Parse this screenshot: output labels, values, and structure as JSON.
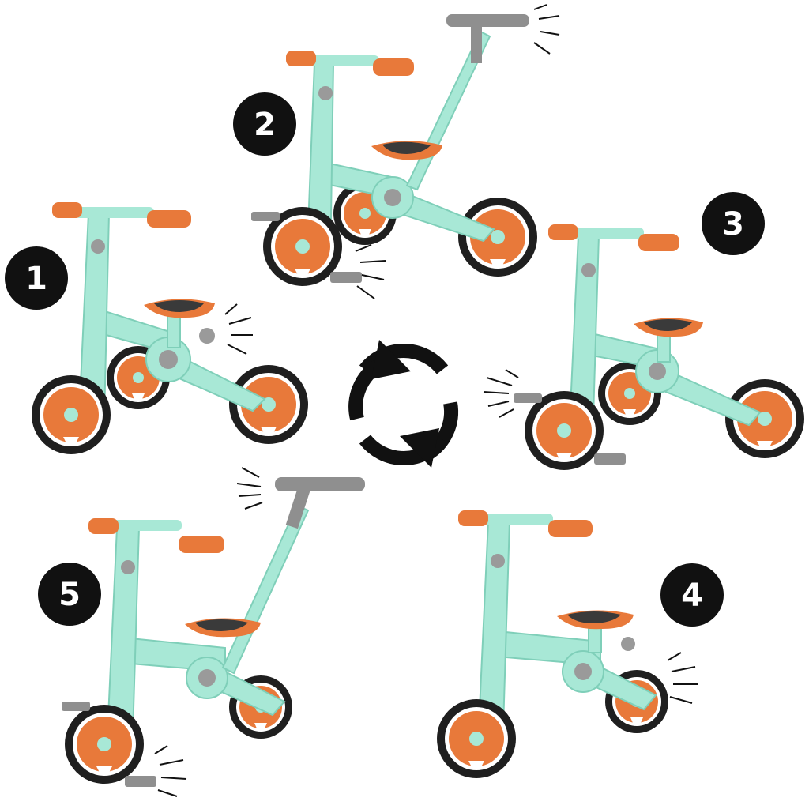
{
  "badges": [
    {
      "id": "1",
      "label": "1"
    },
    {
      "id": "2",
      "label": "2"
    },
    {
      "id": "3",
      "label": "3"
    },
    {
      "id": "4",
      "label": "4"
    },
    {
      "id": "5",
      "label": "5"
    }
  ],
  "colors": {
    "frame": "#a8e8d6",
    "frame_shade": "#7fcfb9",
    "accent": "#e8793a",
    "accent_dark": "#c95f22",
    "tire": "#1f1f1f",
    "grey": "#8f8f8f",
    "badge_fill": "#111111",
    "badge_text": "#ffffff"
  },
  "center_icon": "refresh-cycle-icon",
  "configurations": [
    {
      "id": "1",
      "icon": "tricycle-icon"
    },
    {
      "id": "2",
      "icon": "tricycle-with-push-handle-and-pedals-icon"
    },
    {
      "id": "3",
      "icon": "tricycle-with-pedals-icon"
    },
    {
      "id": "4",
      "icon": "balance-bike-icon"
    },
    {
      "id": "5",
      "icon": "balance-bike-with-push-handle-icon"
    }
  ]
}
